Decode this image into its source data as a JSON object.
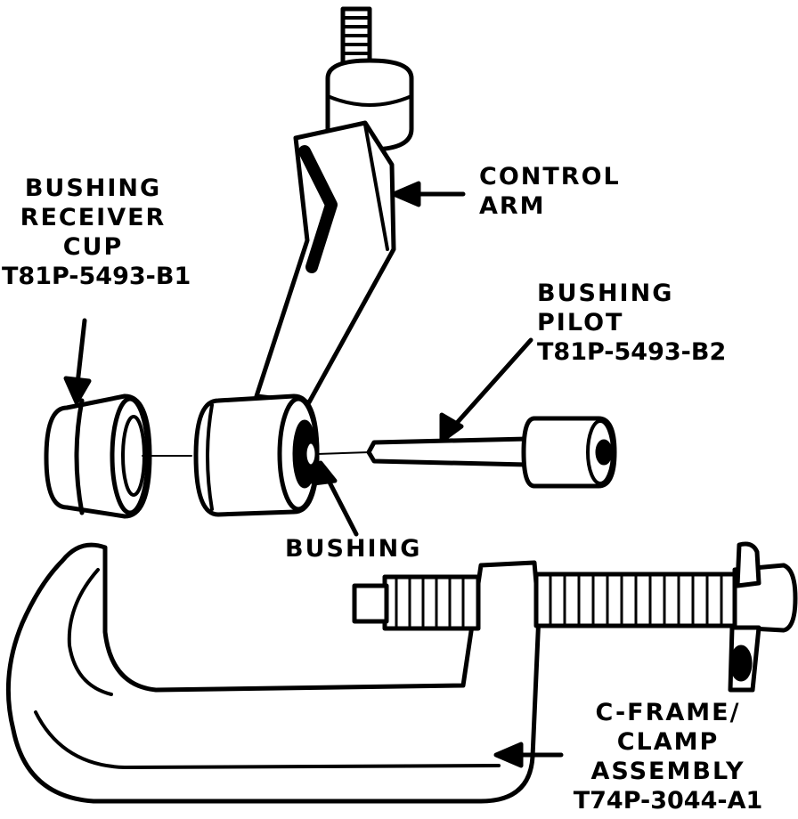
{
  "labels": {
    "receiver_cup": [
      "BUSHING",
      "RECEIVER",
      "CUP",
      "T81P-5493-B1"
    ],
    "control_arm": [
      "CONTROL",
      "ARM"
    ],
    "bushing_pilot": [
      "BUSHING",
      "PILOT",
      "T81P-5493-B2"
    ],
    "bushing": "BUSHING",
    "c_frame": [
      "C-FRAME/",
      "CLAMP",
      "ASSEMBLY",
      "T74P-3044-A1"
    ]
  },
  "colors": {
    "ink": "#000000",
    "paper": "#ffffff"
  }
}
